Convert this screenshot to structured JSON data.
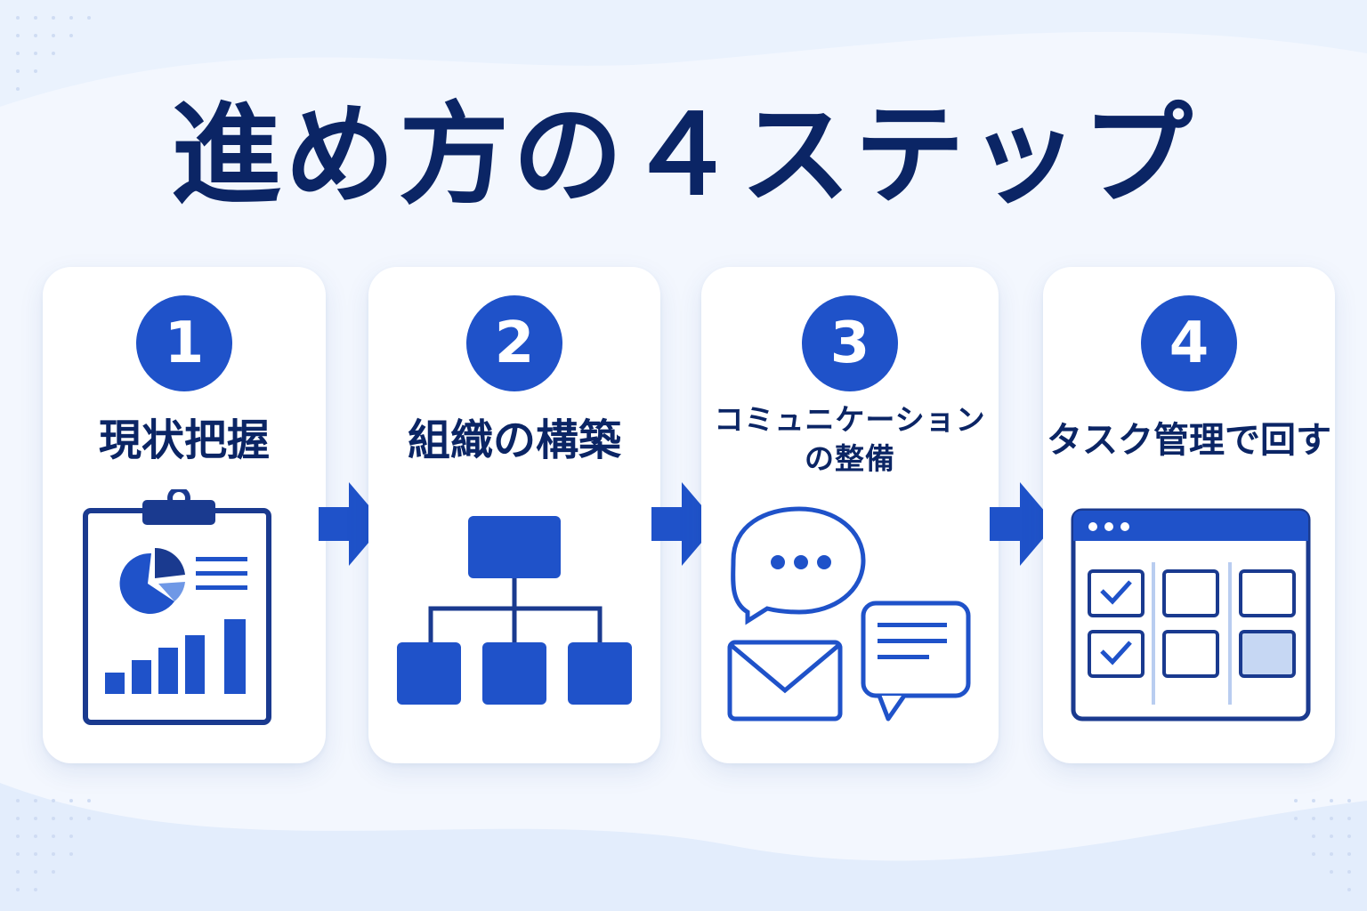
{
  "title": "進め方の４ステップ",
  "steps": [
    {
      "number": "1",
      "label": "現状把握"
    },
    {
      "number": "2",
      "label": "組織の構築"
    },
    {
      "number": "3",
      "label_line1": "コミュニケーション",
      "label_line2": "の整備"
    },
    {
      "number": "4",
      "label": "タスク管理で回す"
    }
  ],
  "icons": {
    "step1": "clipboard-report-icon",
    "step2": "org-chart-icon",
    "step3": "chat-and-mail-icon",
    "step4": "task-board-icon",
    "arrow": "right-arrow-icon"
  },
  "colors": {
    "title": "#0b2565",
    "accent": "#1f52c9",
    "card": "#ffffff",
    "background": "#eef4fd"
  }
}
